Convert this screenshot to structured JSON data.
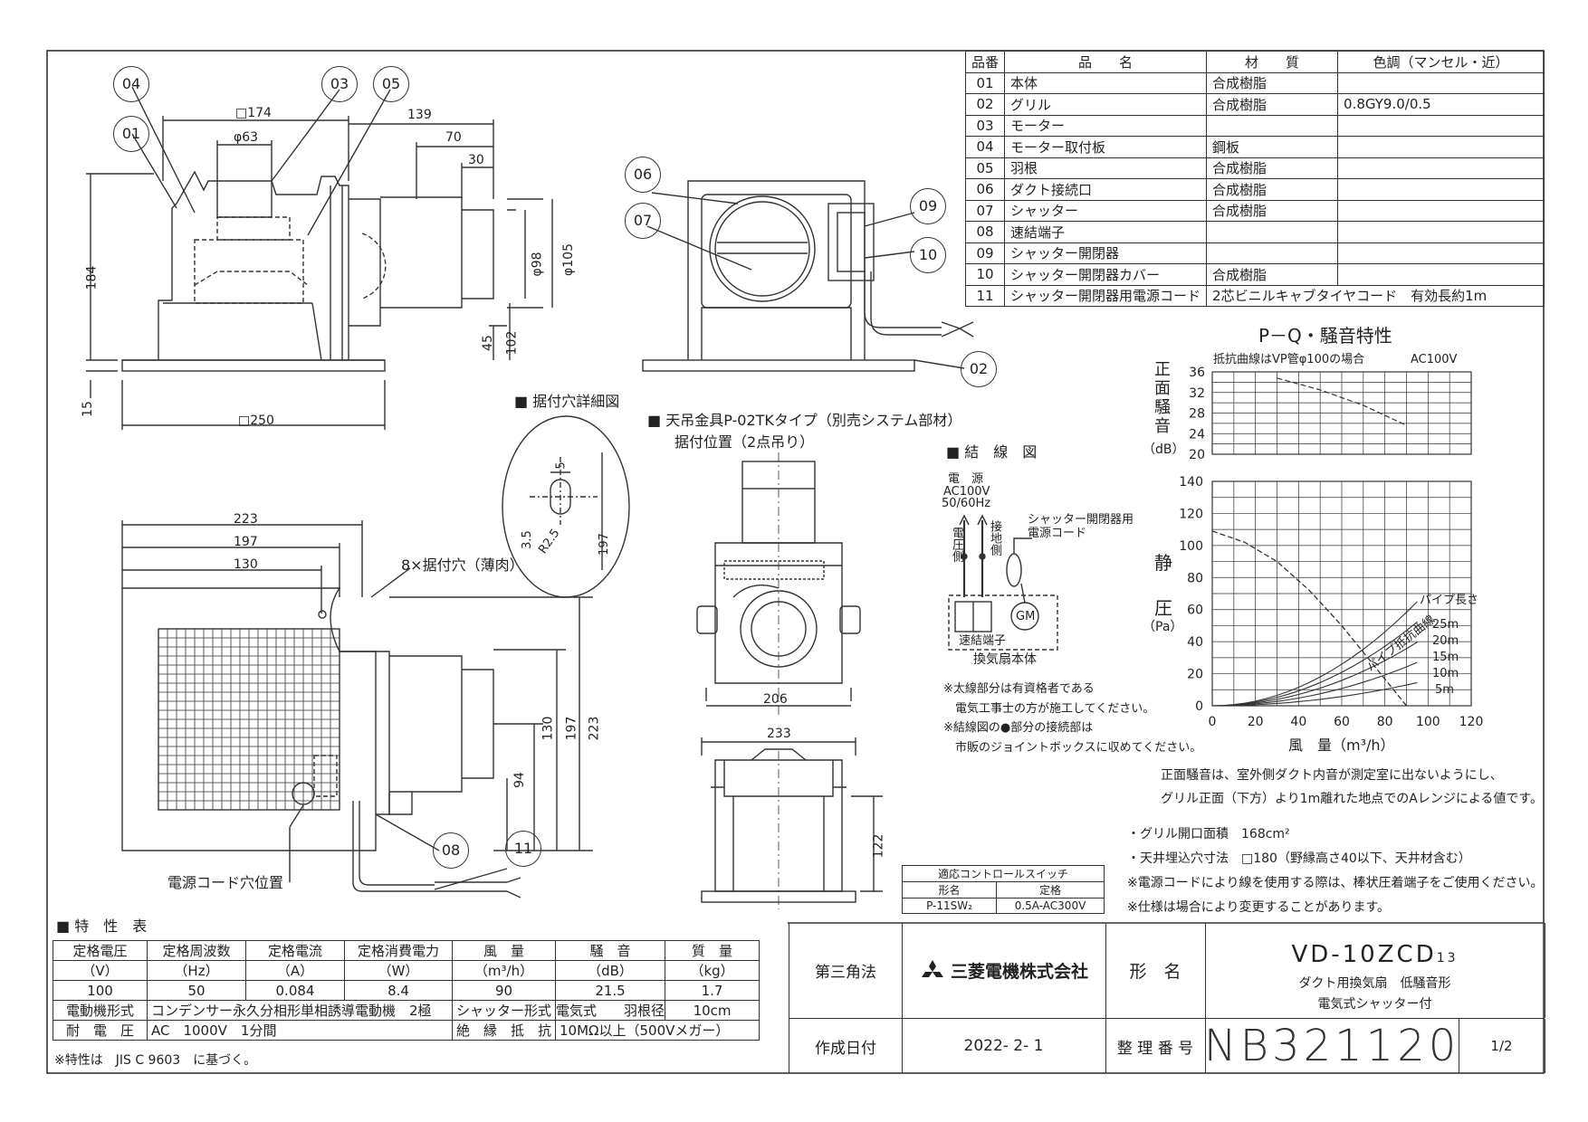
{
  "parts_table": {
    "headers": [
      "品番",
      "品　　名",
      "材　　質",
      "色調（マンセル・近）"
    ],
    "rows": [
      [
        "01",
        "本体",
        "合成樹脂",
        ""
      ],
      [
        "02",
        "グリル",
        "合成樹脂",
        "0.8GY9.0/0.5"
      ],
      [
        "03",
        "モーター",
        "",
        ""
      ],
      [
        "04",
        "モーター取付板",
        "鋼板",
        ""
      ],
      [
        "05",
        "羽根",
        "合成樹脂",
        ""
      ],
      [
        "06",
        "ダクト接続口",
        "合成樹脂",
        ""
      ],
      [
        "07",
        "シャッター",
        "合成樹脂",
        ""
      ],
      [
        "08",
        "速結端子",
        "",
        ""
      ],
      [
        "09",
        "シャッター開閉器",
        "",
        ""
      ],
      [
        "10",
        "シャッター開閉器カバー",
        "合成樹脂",
        ""
      ],
      [
        "11",
        "シャッター開閉器用電源コード",
        "2芯ビニルキャブタイヤコード　有効長約1m",
        ""
      ]
    ]
  },
  "dims": {
    "sq174": "□174",
    "phi63": "φ63",
    "d139": "139",
    "d70": "70",
    "d30": "30",
    "d184": "184",
    "phi98": "φ98",
    "phi105": "φ105",
    "d45": "45",
    "d102": "102",
    "d15": "15",
    "sq250": "□250",
    "d223": "223",
    "d197": "197",
    "d130": "130",
    "d94": "94",
    "d206": "206",
    "d233": "233",
    "d122": "122",
    "detail_5": "5",
    "detail_35": "3.5",
    "detail_r25": "R2.5",
    "detail_197": "197"
  },
  "callouts": [
    "04",
    "03",
    "05",
    "01",
    "06",
    "07",
    "09",
    "10",
    "02",
    "08",
    "11"
  ],
  "labels": {
    "mount_hole_detail": "据付穴詳細図",
    "hanger_title": "天吊金具P-02TKタイプ（別売システム部材）",
    "hanger_sub": "据付位置（2点吊り）",
    "mount_holes": "8×据付穴（薄肉）",
    "cord_hole": "電源コード穴位置"
  },
  "wiring": {
    "title": "結　線　図",
    "power_l1": "電　源",
    "power_l2": "AC100V",
    "power_l3": "50/60Hz",
    "voltage_side": "電圧側",
    "ground_side": "接地側",
    "shutter_cord_l1": "シャッター開閉器用",
    "shutter_cord_l2": "電源コード",
    "terminal": "速結端子",
    "gm": "GM",
    "unit": "換気扇本体",
    "notes": [
      "※太線部分は有資格者である",
      "　電気工事士の方が施工してください。",
      "※結線図の●部分の接続部は",
      "　市販のジョイントボックスに収めてください。"
    ]
  },
  "chart_meta": {
    "title": "P－Q・騒音特性",
    "note": "抵抗曲線はVP管φ100の場合",
    "ac": "AC100V",
    "noise_ylabel_chars": [
      "正",
      "面",
      "騒",
      "音"
    ],
    "noise_unit": "（dB）",
    "pressure_ylabel_chars": [
      "静",
      "圧"
    ],
    "pressure_unit": "（Pa）",
    "xlabel": "風　量（m³/h）",
    "pipe_len_label": "パイプ長さ",
    "resistance_label": "パイプ抵抗曲線",
    "pipe_labels": [
      "25m",
      "20m",
      "15m",
      "10m",
      "5m"
    ]
  },
  "chart_data": {
    "type": "line",
    "noise": {
      "x_ticks": [
        0,
        20,
        40,
        60,
        80,
        100,
        120
      ],
      "y_ticks": [
        20,
        24,
        28,
        32,
        36
      ],
      "ylim": [
        20,
        36
      ],
      "series": [
        {
          "values": [
            [
              30,
              34.8
            ],
            [
              50,
              32.5
            ],
            [
              70,
              29.5
            ],
            [
              90,
              25.6
            ]
          ]
        }
      ]
    },
    "pressure": {
      "x_ticks": [
        0,
        20,
        40,
        60,
        80,
        100,
        120
      ],
      "y_ticks": [
        0,
        20,
        40,
        60,
        80,
        100,
        120,
        140
      ],
      "xlim": [
        0,
        120
      ],
      "ylim": [
        0,
        140
      ],
      "fan_curve": [
        [
          0,
          109
        ],
        [
          15,
          102
        ],
        [
          30,
          90
        ],
        [
          45,
          72
        ],
        [
          60,
          50
        ],
        [
          75,
          25
        ],
        [
          90,
          0
        ]
      ],
      "pipe_curves": [
        {
          "name": "25m",
          "k": 0.0072
        },
        {
          "name": "20m",
          "k": 0.0058
        },
        {
          "name": "15m",
          "k": 0.0044
        },
        {
          "name": "10m",
          "k": 0.003
        },
        {
          "name": "5m",
          "k": 0.0016
        }
      ]
    }
  },
  "footnotes": [
    "正面騒音は、室外側ダクト内音が測定室に出ないようにし、",
    "グリル正面（下方）より1m離れた地点でのAレンジによる値です。",
    "・グリル開口面積　168cm²",
    "・天井埋込穴寸法　□180（野縁高さ40以下、天井材含む）",
    "※電源コードにより線を使用する際は、棒状圧着端子をご使用ください。",
    "※仕様は場合により変更することがあります。"
  ],
  "control_switch": {
    "title": "適応コントロールスイッチ",
    "h1": "形名",
    "h2": "定格",
    "v1": "P-11SW₂",
    "v2": "0.5A-AC300V"
  },
  "spec": {
    "title": "特　性　表",
    "headers": [
      "定格電圧",
      "定格周波数",
      "定格電流",
      "定格消費電力",
      "風　量",
      "騒　音",
      "質　量"
    ],
    "units": [
      "（V）",
      "（Hz）",
      "（A）",
      "（W）",
      "（m³/h）",
      "（dB）",
      "（kg）"
    ],
    "values": [
      "100",
      "50",
      "0.084",
      "8.4",
      "90",
      "21.5",
      "1.7"
    ],
    "motor_label": "電動機形式",
    "motor": "コンデンサー永久分相形単相誘導電動機　2極",
    "shutter_label": "シャッター形式",
    "shutter": "電気式",
    "blade_label": "羽根径",
    "blade": "10cm",
    "withstand_label": "耐　電　圧",
    "withstand": "AC　1000V　1分間",
    "insulation_label": "絶　縁　抵　抗",
    "insulation": "10MΩ以上（500Vメガー）",
    "note": "※特性は　JIS C 9603　に基づく。"
  },
  "title_block": {
    "projection": "第三角法",
    "company": "三菱電機株式会社",
    "model_label": "形　名",
    "model": "VD-10ZCD",
    "model_sub": "13",
    "desc1": "ダクト用換気扇　低騒音形",
    "desc2": "電気式シャッター付",
    "date_label": "作成日付",
    "date": "2022- 2- 1",
    "ref_label": "整 理 番 号",
    "ref": "NB321120",
    "page": "1/2"
  }
}
